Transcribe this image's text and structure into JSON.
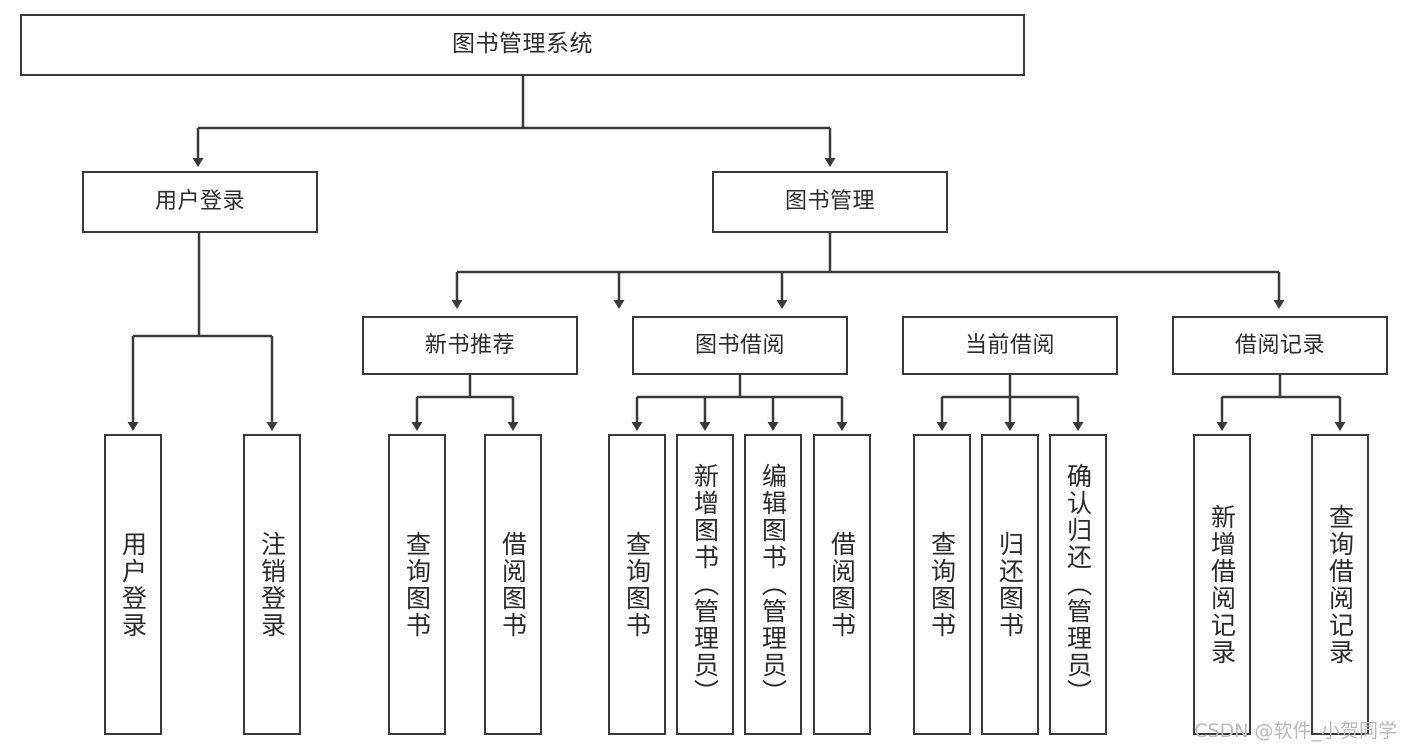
{
  "diagram": {
    "title": "图书管理系统",
    "type": "tree-hierarchy-chart",
    "orientation": "top-down",
    "colors": {
      "box_border": "#3a3a3a",
      "box_fill": "#ffffff",
      "edge": "#3a3a3a",
      "text": "#2b2b2b",
      "background": "#ffffff",
      "watermark": "#b9b9b9"
    }
  },
  "root": {
    "label": "图书管理系统"
  },
  "level2": [
    {
      "label": "用户登录"
    },
    {
      "label": "图书管理"
    }
  ],
  "level3": [
    {
      "label": "新书推荐"
    },
    {
      "label": "图书借阅"
    },
    {
      "label": "当前借阅"
    },
    {
      "label": "借阅记录"
    }
  ],
  "leaves": {
    "user_login": [
      {
        "label": "用户登录"
      },
      {
        "label": "注销登录"
      }
    ],
    "new_book_recommend": [
      {
        "label": "查询图书"
      },
      {
        "label": "借阅图书"
      }
    ],
    "book_borrow": [
      {
        "label": "查询图书"
      },
      {
        "label": "新增图书（管理员）"
      },
      {
        "label": "编辑图书（管理员）"
      },
      {
        "label": "借阅图书"
      }
    ],
    "current_borrow": [
      {
        "label": "查询图书"
      },
      {
        "label": "归还图书"
      },
      {
        "label": "确认归还（管理员）"
      }
    ],
    "borrow_record": [
      {
        "label": "新增借阅记录"
      },
      {
        "label": "查询借阅记录"
      }
    ]
  },
  "watermark": {
    "text": "CSDN @软件_小贺同学"
  }
}
